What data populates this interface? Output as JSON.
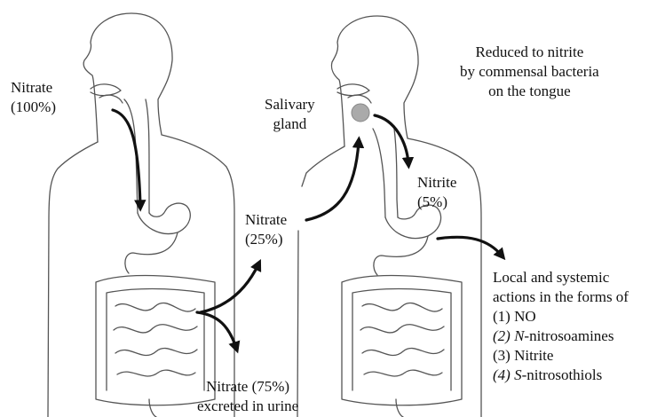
{
  "labels": {
    "left_nitrate": {
      "line1": "Nitrate",
      "line2": "(100%)"
    },
    "salivary_gland": {
      "line1": "Salivary",
      "line2": "gland"
    },
    "reduced_note": {
      "line1": "Reduced to nitrite",
      "line2": "by commensal bacteria",
      "line3": "on the tongue"
    },
    "nitrite_swallowed": {
      "line1": "Nitrite",
      "line2": "(5%)"
    },
    "nitrate_recirculated": {
      "line1": "Nitrate",
      "line2": "(25%)"
    },
    "nitrate_excreted": {
      "line1": "Nitrate (75%)",
      "line2": "excreted in urine"
    },
    "actions": {
      "line1": "Local and systemic",
      "line2": "actions in the forms of",
      "items": [
        {
          "num": "(1) ",
          "em": "",
          "rest": "NO"
        },
        {
          "num": "(2) ",
          "em": "N",
          "rest": "-nitrosoamines"
        },
        {
          "num": "(3) ",
          "em": "",
          "rest": "Nitrite"
        },
        {
          "num": "(4) ",
          "em": "S",
          "rest": "-nitrosothiols"
        }
      ]
    }
  },
  "colors": {
    "outline": "#555555",
    "arrow": "#111111",
    "gland": "#aaaaaa"
  }
}
